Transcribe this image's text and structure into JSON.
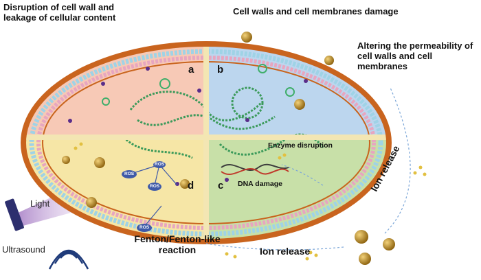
{
  "labels": {
    "disruption": "Disruption of cell wall and leakage of cellular content",
    "walls_damage": "Cell walls and cell membranes damage",
    "permeability": "Altering the permeability of cell walls and cell membranes",
    "enzyme": "Enzyme disruption",
    "dna": "DNA damage",
    "ion_release_right": "Ion release",
    "ion_release_bottom": "Ion release",
    "fenton": "Fenton/Fenton-like reaction",
    "light": "Light",
    "ultrasound": "Ultrasound"
  },
  "quadrants": {
    "a": "a",
    "b": "b",
    "c": "c",
    "d": "d"
  },
  "ros": [
    "ROS",
    "ROS",
    "ROS",
    "ROS"
  ],
  "colors": {
    "quadrant_a": "#f7c9b6",
    "quadrant_b": "#bcd6ee",
    "quadrant_c": "#c8e0a8",
    "quadrant_d": "#f6e6a6",
    "cell_wall": "#c9641e",
    "divider": "#f3e6b3",
    "ros_node": "#3f5aa8",
    "light_beam": "#c9a2d8",
    "nanoparticle": "#b8860b"
  }
}
